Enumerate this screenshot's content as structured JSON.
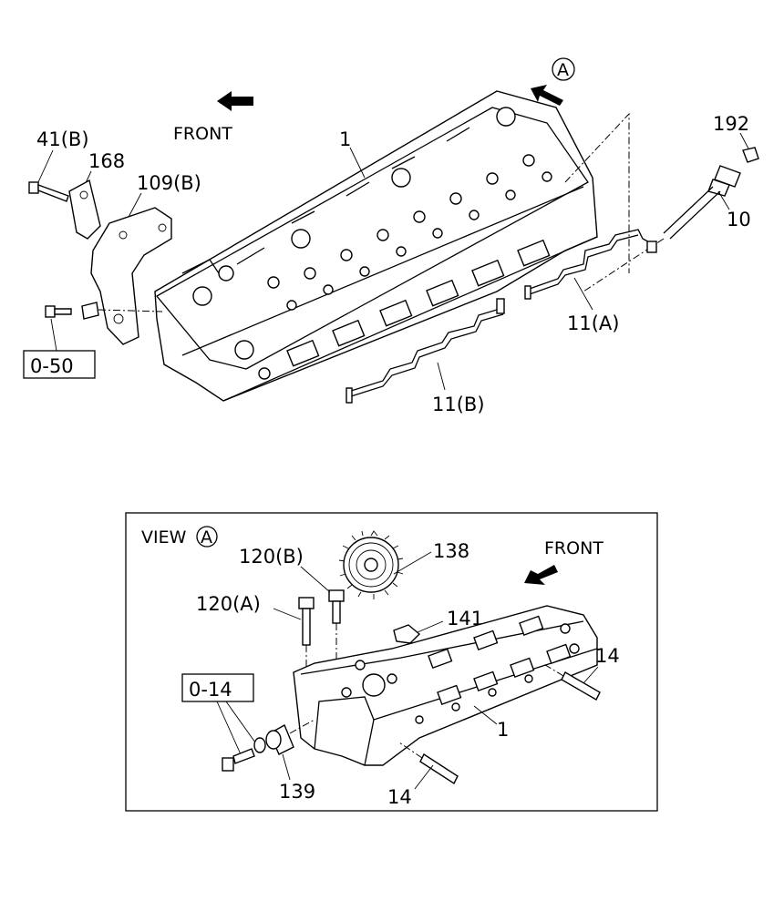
{
  "labels": {
    "front_top": "FRONT",
    "view_a_marker": "A",
    "p1_top": "1",
    "p41b": "41(B)",
    "p168": "168",
    "p109b": "109(B)",
    "p192": "192",
    "p10": "10",
    "p11a": "11(A)",
    "p11b": "11(B)",
    "ref050": "0-50",
    "view_title": "VIEW",
    "view_title_marker": "A",
    "front_view": "FRONT",
    "p120b": "120(B)",
    "p120a": "120(A)",
    "p138": "138",
    "p141": "141",
    "p14_right": "14",
    "p14_bottom": "14",
    "p1_view": "1",
    "ref014": "0-14",
    "p139": "139"
  }
}
